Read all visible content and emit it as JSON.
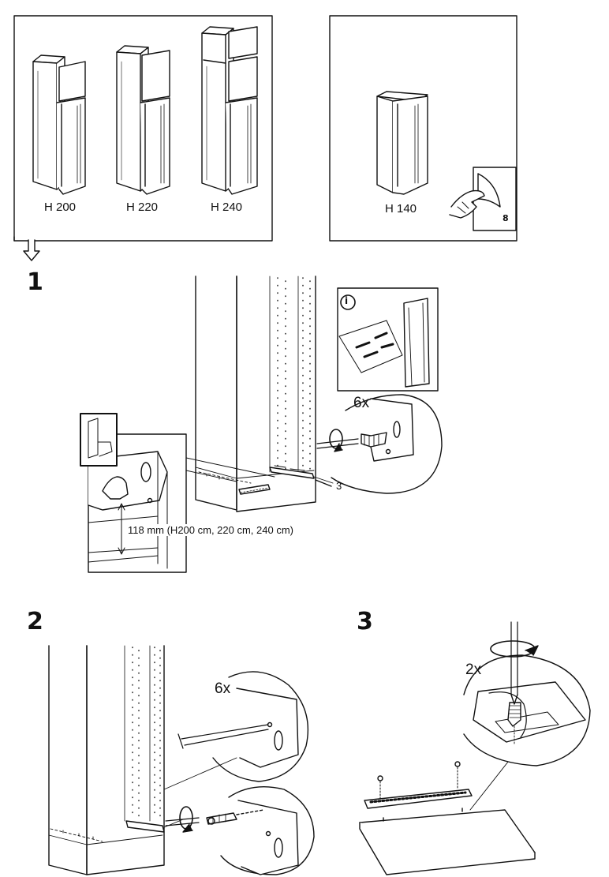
{
  "header": {
    "heights": [
      "H 200",
      "H 220",
      "H 240"
    ],
    "alt_height": "H 140",
    "page_ref": "8"
  },
  "step1": {
    "number": "1",
    "measurement": "118 mm (H200 cm, 220 cm, 240 cm)",
    "callout_qty": "6x",
    "part_ref": "3",
    "info_icon": "i"
  },
  "step2": {
    "number": "2",
    "callout_qty": "6x"
  },
  "step3": {
    "number": "3",
    "callout_qty": "2x"
  }
}
